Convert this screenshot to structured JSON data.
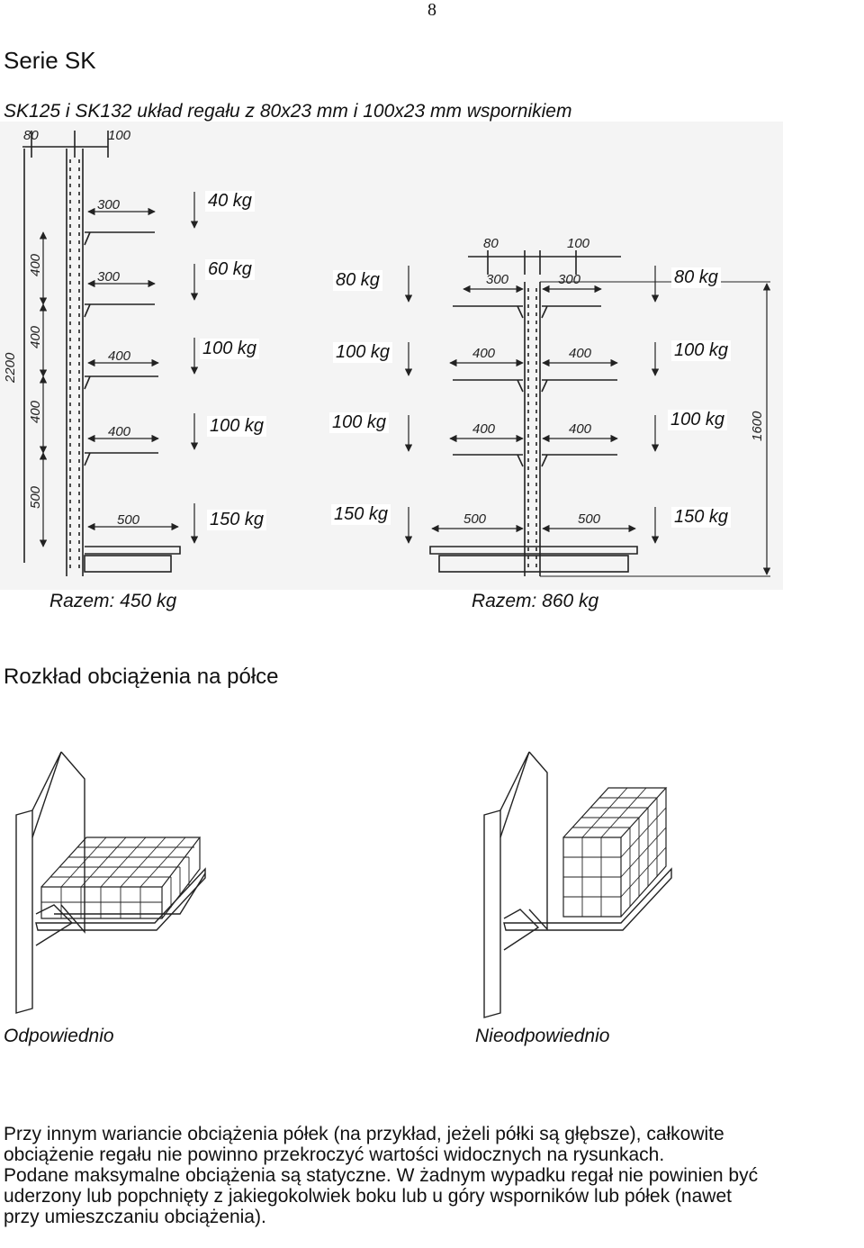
{
  "page_number": "8",
  "section_title": "Serie SK",
  "subtitle": "SK125 i SK132 układ regału z 80x23 mm i 100x23 mm wspornikiem",
  "single_rack": {
    "top_dims": [
      "80",
      "100"
    ],
    "total_height": "2200",
    "vertical_dims": [
      "400",
      "400",
      "400",
      "500"
    ],
    "shelf_widths": [
      "300",
      "300",
      "400",
      "400",
      "500"
    ],
    "loads": [
      "40 kg",
      "60 kg",
      "100 kg",
      "100 kg",
      "150 kg"
    ],
    "total": "Razem: 450 kg"
  },
  "double_rack": {
    "top_dims": [
      "80",
      "100"
    ],
    "total_height": "1600",
    "shelf_widths_left": [
      "300",
      "400",
      "400",
      "500"
    ],
    "shelf_widths_right": [
      "300",
      "400",
      "400",
      "500"
    ],
    "loads_left": [
      "80 kg",
      "100 kg",
      "100 kg",
      "150 kg"
    ],
    "loads_right": [
      "80 kg",
      "100 kg",
      "100 kg",
      "150 kg"
    ],
    "total": "Razem: 860 kg"
  },
  "distribution_heading": "Rozkład obciążenia na półce",
  "caption_ok": "Odpowiednio",
  "caption_bad": "Nieodpowiednio",
  "body_lines": [
    "Przy innym wariancie obciążenia półek (na przykład, jeżeli półki są głębsze), całkowite",
    "obciążenie regału nie powinno przekroczyć wartości widocznych na rysunkach.",
    "Podane maksymalne obciążenia są statyczne. W żadnym wypadku regał nie powinien być",
    "uderzony lub popchnięty z jakiegokolwiek boku lub u góry wsporników lub półek (nawet",
    "przy umieszczaniu obciążenia)."
  ]
}
